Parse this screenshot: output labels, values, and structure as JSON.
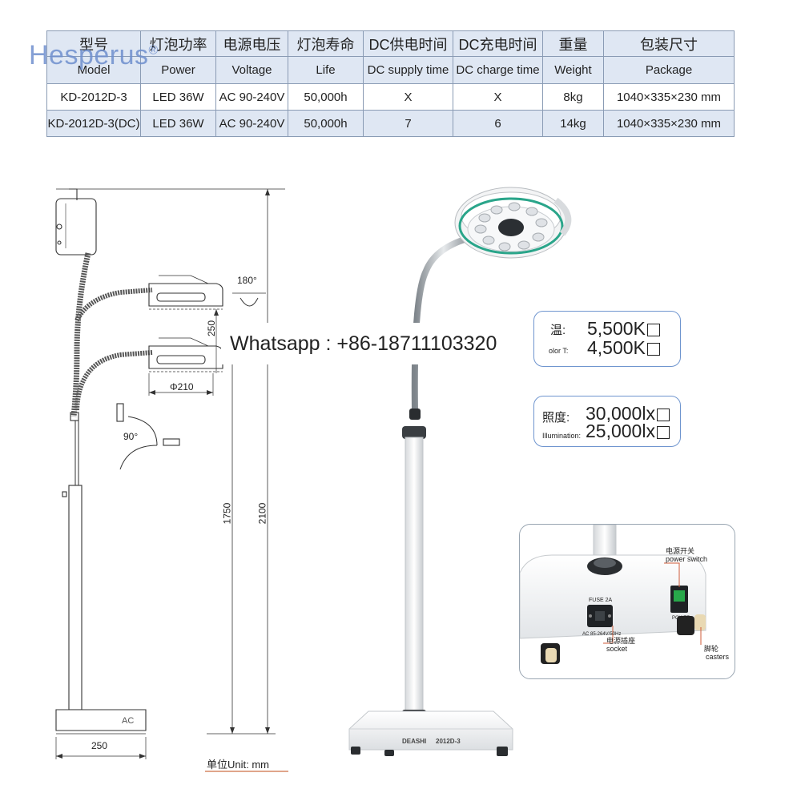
{
  "watermark": {
    "text": "Hesperus",
    "mark": "®"
  },
  "spec_table": {
    "headers_cn": [
      "型号",
      "灯泡功率",
      "电源电压",
      "灯泡寿命",
      "DC供电时间",
      "DC充电时间",
      "重量",
      "包装尺寸"
    ],
    "headers_en": [
      "Model",
      "Power",
      "Voltage",
      "Life",
      "DC supply time",
      "DC charge time",
      "Weight",
      "Package"
    ],
    "rows": [
      [
        "KD-2012D-3",
        "LED 36W",
        "AC 90-240V",
        "50,000h",
        "X",
        "X",
        "8kg",
        "1040×335×230 mm"
      ],
      [
        "KD-2012D-3(DC)",
        "LED 36W",
        "AC 90-240V",
        "50,000h",
        "7",
        "6",
        "14kg",
        "1040×335×230 mm"
      ]
    ]
  },
  "drawing": {
    "rotation_head": "180°",
    "rotation_arm": "90°",
    "gap": "250",
    "lamp_diameter": "Φ210",
    "height_min": "1750",
    "height_max": "2100",
    "base_width": "250",
    "base_mark": "AC",
    "unit": "单位Unit:  mm"
  },
  "whatsapp": "Whatsapp : +86-18711103320",
  "color_temp": {
    "label_cn": "温:",
    "label_en": "olor T:",
    "values": [
      "5,500K",
      "4,500K"
    ]
  },
  "illumination": {
    "label_cn": "照度:",
    "label_en": "Illumination:",
    "values": [
      "30,000lx",
      "25,000lx"
    ]
  },
  "product": {
    "brand": "DEASHI",
    "model_mark": "2012D-3"
  },
  "detail": {
    "fuse": "FUSE 2A",
    "rating": "AC 85-264V/50Hz",
    "switch_mark": "POWER",
    "power_switch_cn": "电源开关",
    "power_switch_en": "power switch",
    "socket_cn": "电源插座",
    "socket_en": "socket",
    "casters_cn": "脚轮",
    "casters_en": "casters"
  },
  "colors": {
    "table_header_bg": "#dfe7f3",
    "box_border": "#6f95cf",
    "lamp_ring": "#2aa58a",
    "watermark": "#6f8fce"
  }
}
